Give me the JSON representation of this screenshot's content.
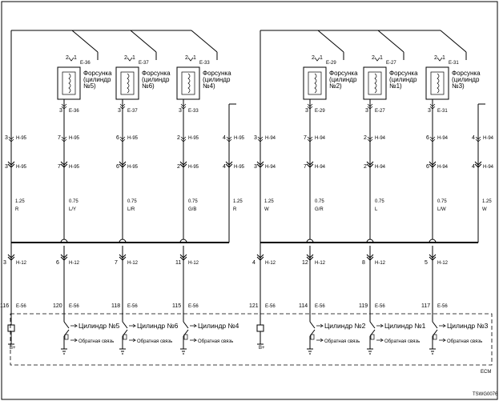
{
  "diagram_code": "TSWG0076",
  "ecm_label": "ECM",
  "b_plus": "B+",
  "feedback": "Обратная связь",
  "left_bank": {
    "connector_wire_side": "H-95",
    "injectors": [
      {
        "label_lines": [
          "Форсунка",
          "(цилиндр",
          "№5)"
        ],
        "connector": "E-36",
        "wire_pin": "7",
        "splice_pin": "6",
        "ecm_pin": "120",
        "size": "0.75",
        "color": "L/Y",
        "cylinder": "Цилиндр №5"
      },
      {
        "label_lines": [
          "Форсунка",
          "(цилиндр",
          "№6)"
        ],
        "connector": "E-37",
        "wire_pin": "6",
        "splice_pin": "7",
        "ecm_pin": "118",
        "size": "0.75",
        "color": "L/R",
        "cylinder": "Цилиндр №6"
      },
      {
        "label_lines": [
          "Форсунка",
          "(цилиндр",
          "№4)"
        ],
        "connector": "E-33",
        "wire_pin": "2",
        "splice_pin": "11",
        "ecm_pin": "115",
        "size": "0.75",
        "color": "G/B",
        "cylinder": "Цилиндр №4"
      }
    ],
    "feed_pin": "3",
    "feed_size": "1.25",
    "feed_color": "R",
    "return_pin": "4",
    "return_size": "1.25",
    "return_color": "R",
    "splice_pin": "3",
    "ecm_pin": "116"
  },
  "right_bank": {
    "connector_wire_side": "H-94",
    "injectors": [
      {
        "label_lines": [
          "Форсунка",
          "(цилиндр",
          "№2)"
        ],
        "connector": "E-29",
        "wire_pin": "7",
        "splice_pin": "12",
        "ecm_pin": "114",
        "size": "0.75",
        "color": "G/R",
        "cylinder": "Цилиндр №2"
      },
      {
        "label_lines": [
          "Форсунка",
          "(цилиндр",
          "№1)"
        ],
        "connector": "E-27",
        "wire_pin": "2",
        "splice_pin": "8",
        "ecm_pin": "119",
        "size": "0.75",
        "color": "L",
        "cylinder": "Цилиндр №1"
      },
      {
        "label_lines": [
          "Форсунка",
          "(цилиндр",
          "№3)"
        ],
        "connector": "E-31",
        "wire_pin": "6",
        "splice_pin": "5",
        "ecm_pin": "117",
        "size": "0.75",
        "color": "L/W",
        "cylinder": "Цилиндр №3"
      }
    ],
    "feed_pin": "3",
    "feed_size": "1.25",
    "feed_color": "W",
    "return_pin": "4",
    "return_size": "1.25",
    "return_color": "W",
    "splice_pin": "4",
    "ecm_pin": "121"
  },
  "splice_connector": "H-12",
  "ecm_connector": "E-56",
  "injector_pins": {
    "top_left": "2",
    "top_right": "1",
    "bottom": "3"
  }
}
